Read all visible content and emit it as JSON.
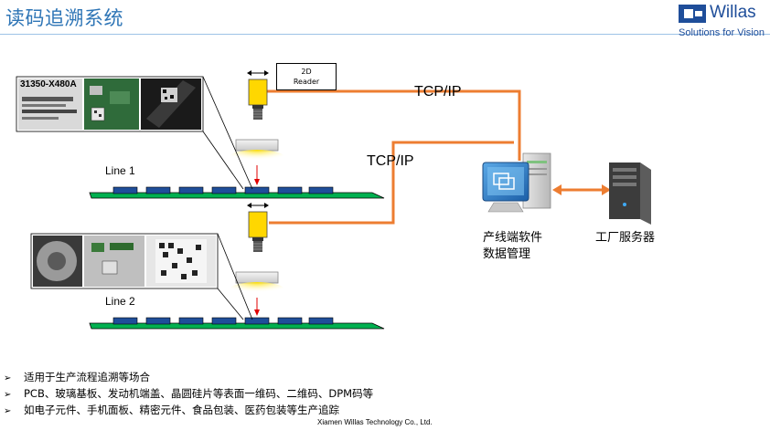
{
  "title": "读码追溯系统",
  "logo": {
    "name": "Willas",
    "tagline": "Solutions for Vision"
  },
  "reader": {
    "line1": "2D",
    "line2": "Reader"
  },
  "lines": {
    "line1": "Line 1",
    "line2": "Line 2"
  },
  "protocol": {
    "upper": "TCP/IP",
    "lower": "TCP/IP"
  },
  "software": {
    "line1": "产线端软件",
    "line2": "数据管理"
  },
  "server": {
    "label": "工厂服务器"
  },
  "samples": {
    "label_text": "31350-X480A"
  },
  "bullets": [
    "适用于生产流程追溯等场合",
    "PCB、玻璃基板、发动机端盖、晶圆硅片等表面一维码、二维码、DPM码等",
    "如电子元件、手机面板、精密元件、食品包装、医药包装等生产追踪"
  ],
  "bullet_icon": "arrow-right-icon",
  "footer": "Xiamen Willas Technology Co., Ltd.",
  "colors": {
    "link": "#ed7d31",
    "title": "#2e75b6",
    "conveyor": "#00b050",
    "part": "#1f4e9a",
    "camera": "#ffd700"
  }
}
